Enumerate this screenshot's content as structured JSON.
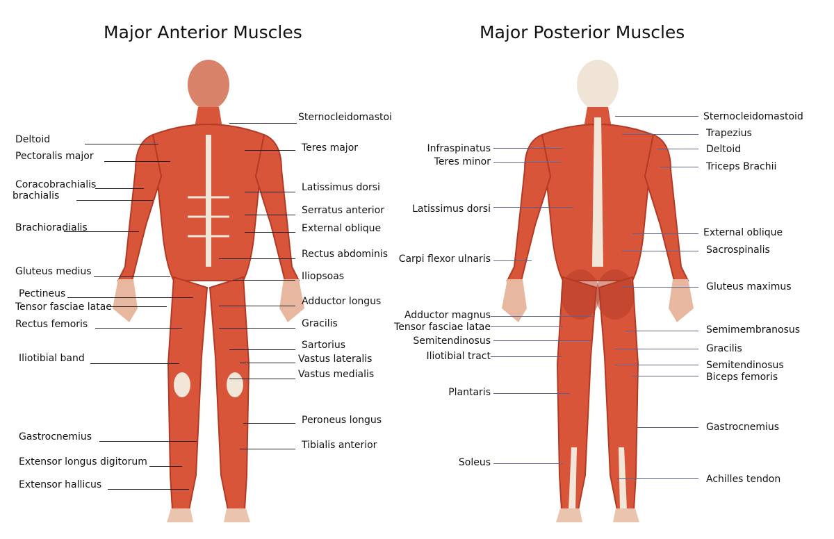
{
  "anterior": {
    "title": "Major Anterior Muscles",
    "left_labels": [
      "Deltoid",
      "Pectoralis major",
      "Coracobrachialis",
      "brachialis",
      "Brachioradialis",
      "Gluteus medius",
      "Pectineus",
      "Tensor fasciae latae",
      "Rectus femoris",
      "Iliotibial band",
      "Gastrocnemius",
      "Extensor longus digitorum",
      "Extensor  hallicus"
    ],
    "right_labels": [
      "Sternocleidomastoi",
      "Teres major",
      "Latissimus dorsi",
      "Serratus anterior",
      "External oblique",
      "Rectus abdominis",
      "Iliopsoas",
      "Adductor longus",
      "Gracilis",
      "Sartorius",
      "Vastus lateralis",
      "Vastus medialis",
      "Peroneus longus",
      "Tibialis anterior"
    ]
  },
  "posterior": {
    "title": "Major Posterior Muscles",
    "left_labels": [
      "Infraspinatus",
      "Teres minor",
      "Latissimus dorsi",
      "Carpi flexor ulnaris",
      "Adductor magnus",
      "Tensor fasciae latae",
      "Semitendinosus",
      "Iliotibial  tract",
      "Plantaris",
      "Soleus"
    ],
    "right_labels": [
      "Sternocleidomastoid",
      "Trapezius",
      "Deltoid",
      "Triceps Brachii",
      "External oblique",
      "Sacrospinalis",
      "Gluteus maximus",
      "Semimembranosus",
      "Gracilis",
      "Semitendinosus",
      "Biceps femoris",
      "Gastrocnemius",
      "Achilles tendon"
    ]
  },
  "colors": {
    "muscle": "#d9553a",
    "muscle_dark": "#b23a24",
    "tendon": "#f1e6d8",
    "posterior_line": "#5a6290"
  }
}
